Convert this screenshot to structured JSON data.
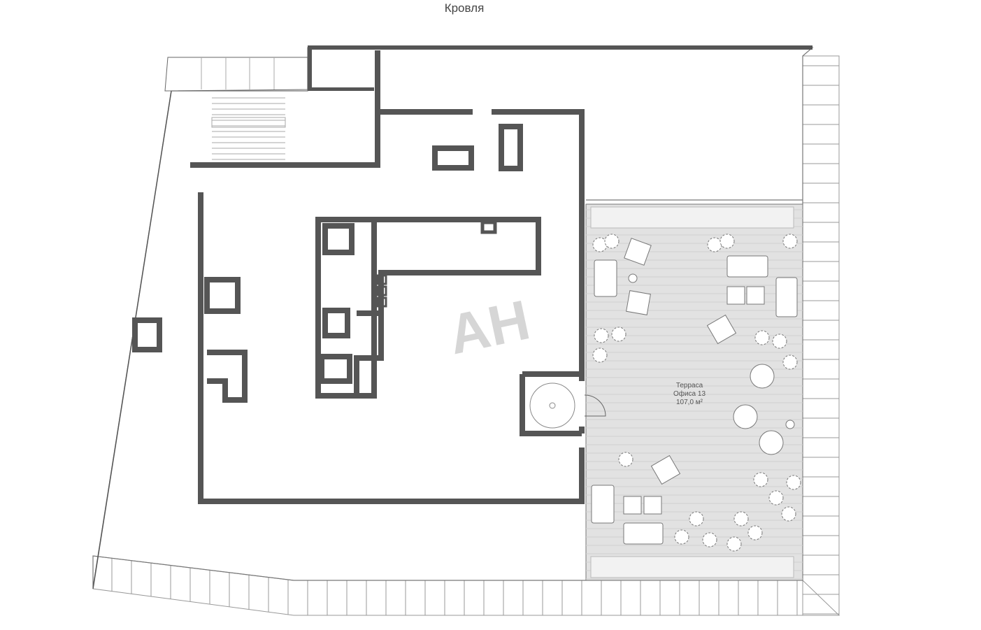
{
  "title": "Кровля",
  "terrace": {
    "name": "Терраса",
    "owner": "Офиса 13",
    "area": "107,0 м²"
  },
  "watermark": "AH",
  "colors": {
    "wall": "#555555",
    "terrace_fill": "#e2e2e2",
    "outline": "#777777",
    "watermark": "#d6d6d6"
  }
}
